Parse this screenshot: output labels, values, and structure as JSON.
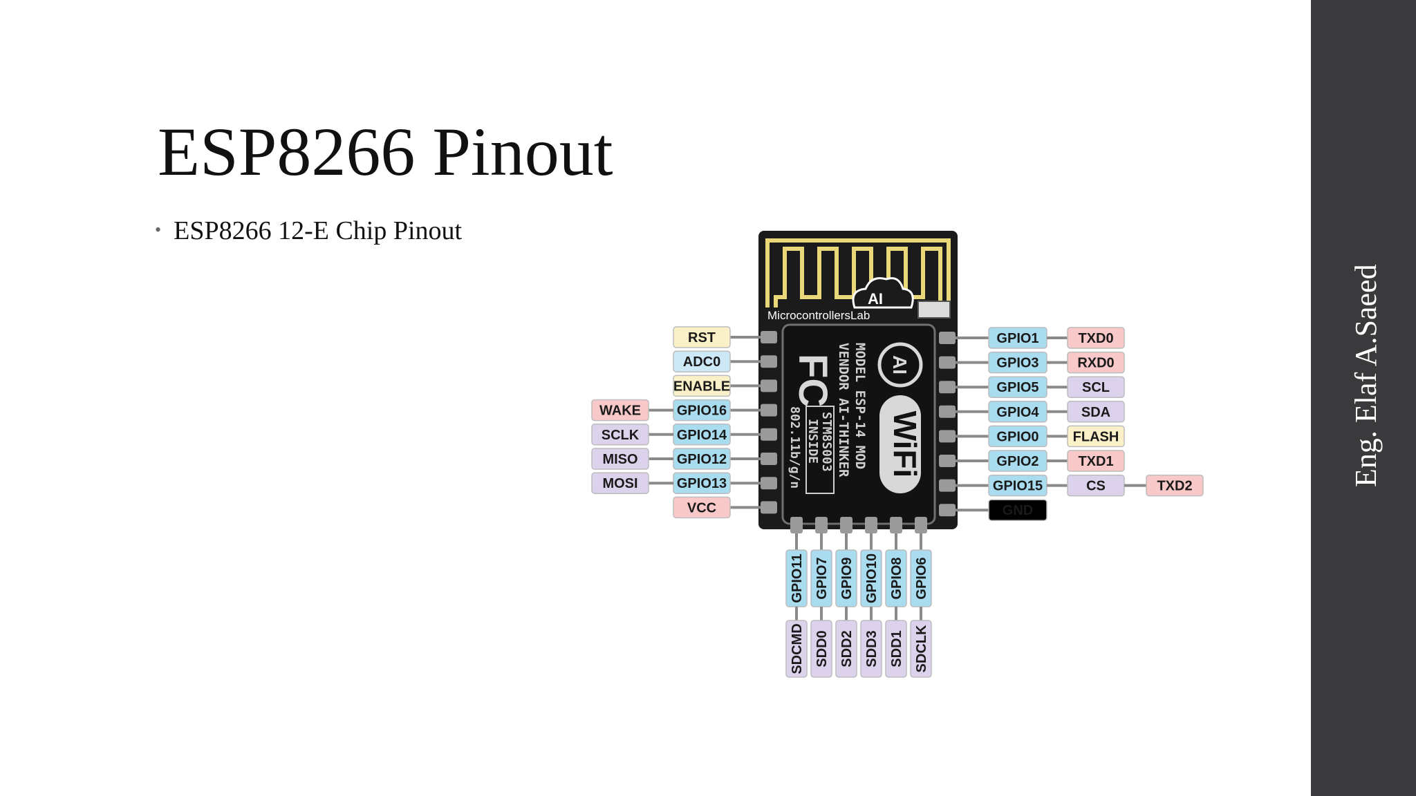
{
  "slide": {
    "title": "ESP8266 Pinout",
    "bullets": [
      "ESP8266 12-E Chip Pinout"
    ],
    "sidebar_text": "Eng. Elaf A.Saeed"
  },
  "figure": {
    "watermark": "MicrocontrollersLab",
    "chip_text": {
      "cloud": "AI",
      "fc": "FC",
      "model_col": "MODEL  ESP-14 MOD",
      "vendor_col": "VENDOR  AI-THINKER",
      "stm_col": "STM8S003",
      "inside_col": "INSIDE",
      "spec_col": "802.11b/g/n",
      "wifi": "WiFi"
    },
    "colors": {
      "yellow": "#fbf1c9",
      "blue": "#cde8f7",
      "cyan": "#a9dcef",
      "red": "#f9c8c8",
      "purple": "#ddd2ec",
      "black": "#000000",
      "pcb": "#1b1b1b"
    },
    "left_pins": [
      {
        "pin": "RST",
        "color": "yellow"
      },
      {
        "pin": "ADC0",
        "color": "blue"
      },
      {
        "pin": "ENABLE",
        "color": "yellow"
      },
      {
        "pin": "GPIO16",
        "color": "cyan",
        "alt": "WAKE",
        "alt_color": "red"
      },
      {
        "pin": "GPIO14",
        "color": "cyan",
        "alt": "SCLK",
        "alt_color": "purple"
      },
      {
        "pin": "GPIO12",
        "color": "cyan",
        "alt": "MISO",
        "alt_color": "purple"
      },
      {
        "pin": "GPIO13",
        "color": "cyan",
        "alt": "MOSI",
        "alt_color": "purple"
      },
      {
        "pin": "VCC",
        "color": "red"
      }
    ],
    "right_pins": [
      {
        "pin": "GPIO1",
        "color": "cyan",
        "alt": "TXD0",
        "alt_color": "red"
      },
      {
        "pin": "GPIO3",
        "color": "cyan",
        "alt": "RXD0",
        "alt_color": "red"
      },
      {
        "pin": "GPIO5",
        "color": "cyan",
        "alt": "SCL",
        "alt_color": "purple"
      },
      {
        "pin": "GPIO4",
        "color": "cyan",
        "alt": "SDA",
        "alt_color": "purple"
      },
      {
        "pin": "GPIO0",
        "color": "cyan",
        "alt": "FLASH",
        "alt_color": "yellow"
      },
      {
        "pin": "GPIO2",
        "color": "cyan",
        "alt": "TXD1",
        "alt_color": "red"
      },
      {
        "pin": "GPIO15",
        "color": "cyan",
        "alt": "CS",
        "alt_color": "purple",
        "alt2": "TXD2",
        "alt2_color": "red"
      },
      {
        "pin": "GND",
        "color": "black"
      }
    ],
    "bottom_pins": [
      {
        "pin": "GPIO11",
        "alt": "SDCMD"
      },
      {
        "pin": "GPIO7",
        "alt": "SDD0"
      },
      {
        "pin": "GPIO9",
        "alt": "SDD2"
      },
      {
        "pin": "GPIO10",
        "alt": "SDD3"
      },
      {
        "pin": "GPIO8",
        "alt": "SDD1"
      },
      {
        "pin": "GPIO6",
        "alt": "SDCLK"
      }
    ]
  }
}
